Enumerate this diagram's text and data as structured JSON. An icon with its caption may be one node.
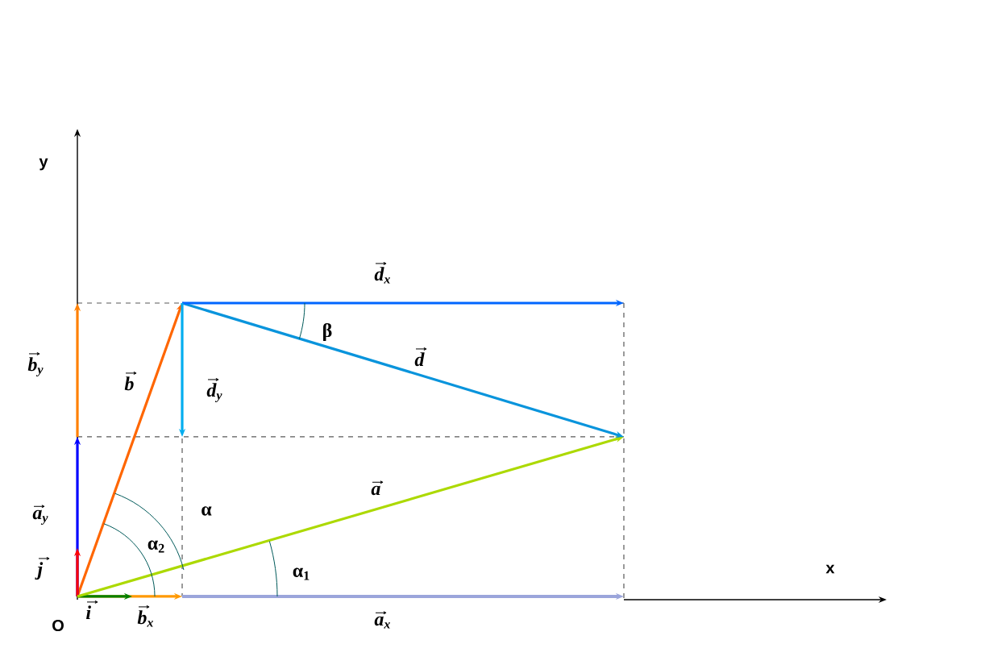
{
  "diagram": {
    "labels": [
      "y",
      "d$_{x}$",
      "β",
      "b$_{y}$",
      "b",
      "d",
      "d$_{y}$",
      "a$_{y}$",
      "α",
      "α$_{2}$",
      "a",
      "α$_{1}$",
      "j",
      "x",
      "O",
      "i",
      "b$_{x}$",
      "a$_{x}$"
    ]
  }
}
